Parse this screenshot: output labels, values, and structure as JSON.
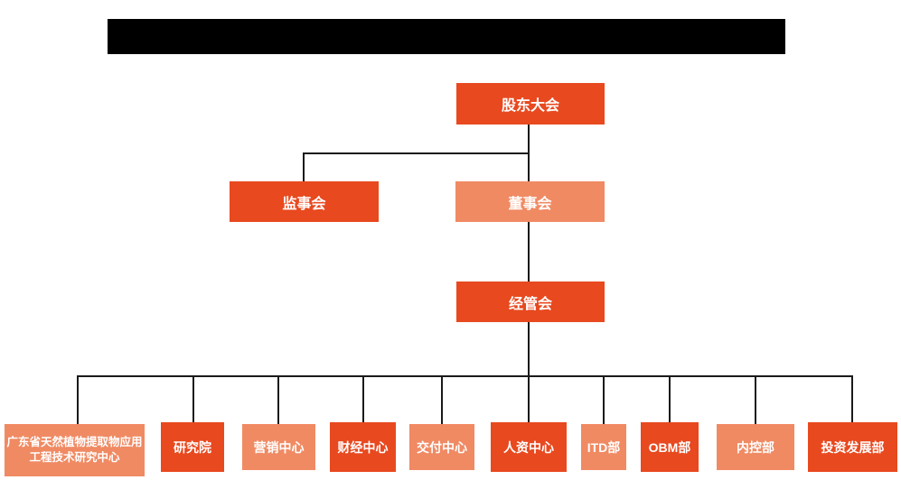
{
  "colors": {
    "background": "#FFFFFF",
    "node_primary": "#E8491F",
    "node_secondary": "#F08A63",
    "connector": "#1A1A1A",
    "redaction_bar": "#000000",
    "node_text": "#FFFFFF"
  },
  "org_chart": {
    "type": "org-tree",
    "nodes": [
      {
        "label": "股东大会",
        "variant": "primary",
        "level": 1
      },
      {
        "label": "监事会",
        "variant": "primary",
        "level": 2
      },
      {
        "label": "董事会",
        "variant": "secondary",
        "level": 2
      },
      {
        "label": "经管会",
        "variant": "primary",
        "level": 3
      },
      {
        "label": "广东省天然植物提取物应用工程技术研究中心",
        "variant": "secondary",
        "level": 4
      },
      {
        "label": "研究院",
        "variant": "primary",
        "level": 4
      },
      {
        "label": "营销中心",
        "variant": "secondary",
        "level": 4
      },
      {
        "label": "财经中心",
        "variant": "primary",
        "level": 4
      },
      {
        "label": "交付中心",
        "variant": "secondary",
        "level": 4
      },
      {
        "label": "人资中心",
        "variant": "primary",
        "level": 4
      },
      {
        "label": "ITD部",
        "variant": "secondary",
        "level": 4
      },
      {
        "label": "OBM部",
        "variant": "primary",
        "level": 4
      },
      {
        "label": "内控部",
        "variant": "secondary",
        "level": 4
      },
      {
        "label": "投资发展部",
        "variant": "primary",
        "level": 4
      }
    ],
    "edges": [
      {
        "from": "股东大会",
        "to": "监事会"
      },
      {
        "from": "股东大会",
        "to": "董事会"
      },
      {
        "from": "董事会",
        "to": "经管会"
      },
      {
        "from": "经管会",
        "to": "广东省天然植物提取物应用工程技术研究中心"
      },
      {
        "from": "经管会",
        "to": "研究院"
      },
      {
        "from": "经管会",
        "to": "营销中心"
      },
      {
        "from": "经管会",
        "to": "财经中心"
      },
      {
        "from": "经管会",
        "to": "交付中心"
      },
      {
        "from": "经管会",
        "to": "人资中心"
      },
      {
        "from": "经管会",
        "to": "ITD部"
      },
      {
        "from": "经管会",
        "to": "OBM部"
      },
      {
        "from": "经管会",
        "to": "内控部"
      },
      {
        "from": "经管会",
        "to": "投资发展部"
      }
    ]
  }
}
